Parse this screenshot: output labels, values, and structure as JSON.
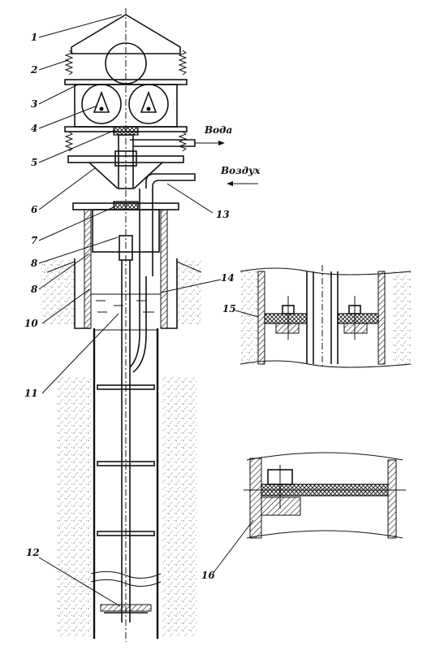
{
  "labels": {
    "l1": "1",
    "l2": "2",
    "l3": "3",
    "l4": "4",
    "l5": "5",
    "l6": "6",
    "l7": "7",
    "l8a": "8",
    "l8b": "8",
    "l10": "10",
    "l11": "11",
    "l12": "12",
    "l13": "13",
    "l14": "14",
    "l15": "15",
    "l16": "16"
  },
  "flows": {
    "water": "Вода",
    "air": "Воздух"
  }
}
